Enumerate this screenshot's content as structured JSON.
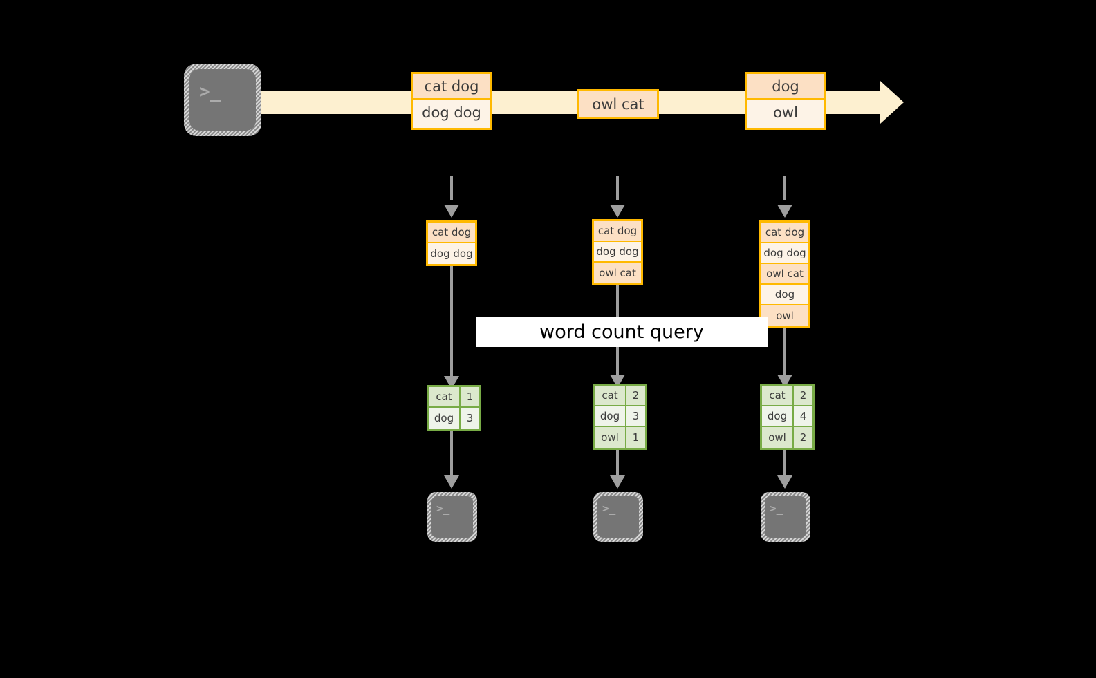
{
  "diagram": {
    "title": "word count query",
    "colors": {
      "background": "#000000",
      "record_border": "#FFB900",
      "record_fill_dark": "#FCE0C4",
      "record_fill_light": "#FDF3E7",
      "result_border": "#78AB46",
      "result_fill_dark": "#DCE8CD",
      "result_fill_light": "#EFF4EA",
      "stream_arrow": "#FDF0D0",
      "connector": "#9E9E9E",
      "terminal_screen": "#757575",
      "label_background": "#FFFFFF",
      "label_text": "#000000"
    }
  },
  "source": {
    "icon": "terminal-icon",
    "prompt": ">_"
  },
  "stream": {
    "groups": [
      {
        "records": [
          "cat dog",
          "dog dog"
        ]
      },
      {
        "records": [
          "owl cat"
        ]
      },
      {
        "records": [
          "dog",
          "owl"
        ]
      }
    ]
  },
  "query_label": "word count query",
  "snapshots": [
    {
      "input_records": [
        "cat dog",
        "dog dog"
      ],
      "result": {
        "rows": [
          {
            "word": "cat",
            "count": "1"
          },
          {
            "word": "dog",
            "count": "3"
          }
        ]
      },
      "sink": {
        "icon": "terminal-icon",
        "prompt": ">_"
      }
    },
    {
      "input_records": [
        "cat dog",
        "dog dog",
        "owl cat"
      ],
      "result": {
        "rows": [
          {
            "word": "cat",
            "count": "2"
          },
          {
            "word": "dog",
            "count": "3"
          },
          {
            "word": "owl",
            "count": "1"
          }
        ]
      },
      "sink": {
        "icon": "terminal-icon",
        "prompt": ">_"
      }
    },
    {
      "input_records": [
        "cat dog",
        "dog dog",
        "owl cat",
        "dog",
        "owl"
      ],
      "result": {
        "rows": [
          {
            "word": "cat",
            "count": "2"
          },
          {
            "word": "dog",
            "count": "4"
          },
          {
            "word": "owl",
            "count": "2"
          }
        ]
      },
      "sink": {
        "icon": "terminal-icon",
        "prompt": ">_"
      }
    }
  ]
}
